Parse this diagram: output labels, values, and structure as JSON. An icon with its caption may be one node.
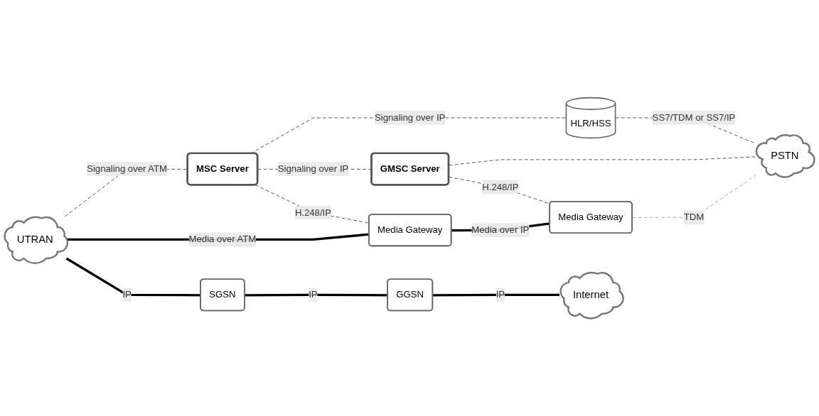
{
  "diagram": {
    "nodes": [
      {
        "text": [
          "HLR/HSS"
        ]
      },
      {
        "text": [
          "MSC Server"
        ]
      },
      {
        "text": [
          "GMSC Server"
        ]
      },
      {
        "text": [
          "UTRAN"
        ]
      },
      {
        "text": [
          "PSTN"
        ]
      },
      {
        "text": [
          "Media Gateway"
        ]
      },
      {
        "text": [
          "Media Gateway"
        ]
      },
      {
        "text": [
          "SGSN"
        ]
      },
      {
        "text": [
          "GGSN"
        ]
      },
      {
        "text": [
          "Internet"
        ]
      }
    ],
    "edges": [
      {
        "from": 1,
        "to": 0,
        "arrow": "none",
        "label": "Signaling over IP",
        "style": "dashed"
      },
      {
        "from": 0,
        "to": 4,
        "arrow": "none",
        "label": "SS7/TDM or SS7/IP",
        "style": "dashed"
      },
      {
        "from": 3,
        "to": 1,
        "arrow": "none",
        "label": "Signaling over ATM",
        "style": "dashed"
      },
      {
        "from": 1,
        "to": 2,
        "arrow": "none",
        "label": "Signaling over IP",
        "style": "dashed"
      },
      {
        "from": 2,
        "to": 4,
        "arrow": "none",
        "style": "dashed"
      },
      {
        "from": 1,
        "to": 5,
        "arrow": "none",
        "label": "H.248/IP",
        "style": "dashed"
      },
      {
        "from": 2,
        "to": 6,
        "arrow": "none",
        "label": "H.248/IP",
        "style": "dashed"
      },
      {
        "from": 3,
        "to": 5,
        "arrow": "none",
        "label": "Media over ATM",
        "style": "thick"
      },
      {
        "from": 5,
        "to": 6,
        "arrow": "none",
        "label": "Media over IP",
        "style": "thick"
      },
      {
        "from": 6,
        "to": 4,
        "arrow": "none",
        "label": "TDM",
        "style": "dashed",
        "color": "#999999"
      },
      {
        "from": 3,
        "to": 7,
        "arrow": "none",
        "label": "IP",
        "style": "thick"
      },
      {
        "from": 7,
        "to": 8,
        "arrow": "none",
        "label": "IP",
        "style": "thick"
      },
      {
        "from": 8,
        "to": 9,
        "arrow": "none",
        "label": "IP",
        "style": "thick"
      }
    ]
  }
}
